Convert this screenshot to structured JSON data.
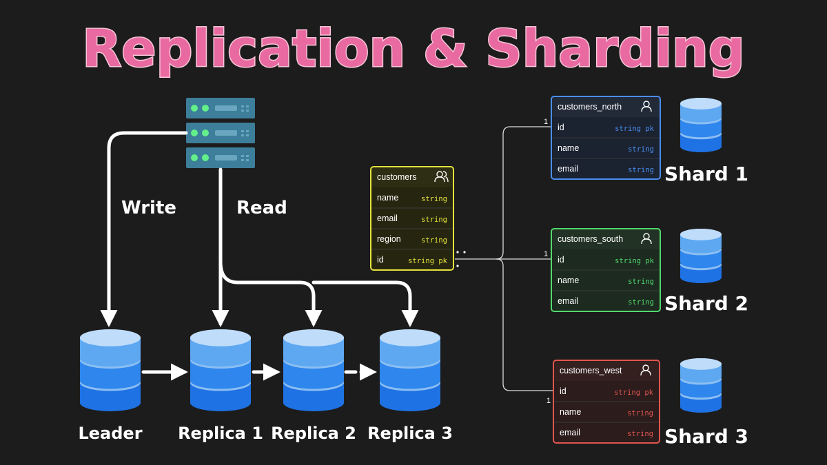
{
  "title": "Replication & Sharding",
  "colors": {
    "background": "#1c1c1c",
    "title_fill": "#e86aa0",
    "title_outline": "#f7c6d8",
    "db_blue": "#1f7ae8",
    "server_teal": "#3d7e9a",
    "led_green": "#63f08a",
    "customers_yellow": "#e6e23c",
    "north_blue": "#4a8ef0",
    "south_green": "#53d86e",
    "west_red": "#e0564f"
  },
  "replication": {
    "server_icon": "server-rack-icon",
    "write_label": "Write",
    "read_label": "Read",
    "nodes": [
      {
        "label": "Leader"
      },
      {
        "label": "Replica 1"
      },
      {
        "label": "Replica 2"
      },
      {
        "label": "Replica 3"
      }
    ]
  },
  "sharding": {
    "source_table": {
      "name": "customers",
      "icon": "users-icon",
      "fields": [
        {
          "name": "name",
          "type": "string"
        },
        {
          "name": "email",
          "type": "string"
        },
        {
          "name": "region",
          "type": "string"
        },
        {
          "name": "id",
          "type": "string  pk"
        }
      ]
    },
    "shards": [
      {
        "table": "customers_north",
        "label": "Shard 1",
        "cardinality": "1",
        "fields": [
          {
            "name": "id",
            "type": "string  pk"
          },
          {
            "name": "name",
            "type": "string"
          },
          {
            "name": "email",
            "type": "string"
          }
        ]
      },
      {
        "table": "customers_south",
        "label": "Shard 2",
        "cardinality": "1",
        "fields": [
          {
            "name": "id",
            "type": "string  pk"
          },
          {
            "name": "name",
            "type": "string"
          },
          {
            "name": "email",
            "type": "string"
          }
        ]
      },
      {
        "table": "customers_west",
        "label": "Shard 3",
        "cardinality": "1",
        "fields": [
          {
            "name": "id",
            "type": "string  pk"
          },
          {
            "name": "name",
            "type": "string"
          },
          {
            "name": "email",
            "type": "string"
          }
        ]
      }
    ]
  }
}
